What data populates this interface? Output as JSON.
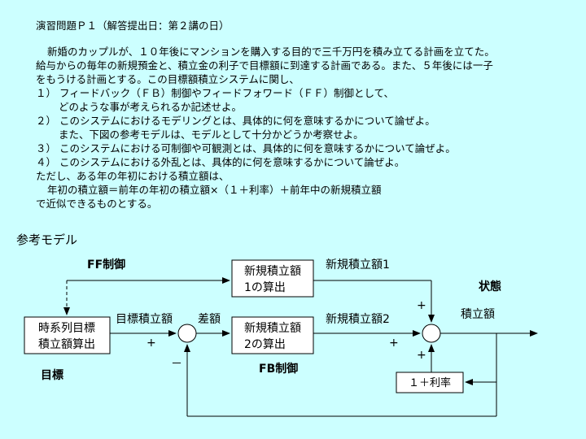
{
  "problem": {
    "title": "演習問題Ｐ１（解答提出日：第２講の日）",
    "lines": [
      "新婚のカップルが、１０年後にマンションを購入する目的で三千万円を積み立てる計画を立てた。",
      "給与からの毎年の新規預金と、積立金の利子で目標額に到達する計画である。また、５年後には一子",
      "をもうける計画とする。この目標額積立システムに関し、",
      "１） フィードバック（ＦＢ）制御やフィードフォワード（ＦＦ）制御として、",
      "どのような事が考えられるか記述せよ。",
      "２） このシステムにおけるモデリングとは、具体的に何を意味するかについて論ぜよ。",
      "また、下図の参考モデルは、モデルとして十分かどうか考察せよ。",
      "３） このシステムにおける可制御や可観測とは、具体的に何を意味するかについて論ぜよ。",
      "４） このシステムにおける外乱とは、具体的に何を意味するかについて論ぜよ。",
      "ただし、ある年の年初における積立額は、",
      "年初の積立額＝前年の年初の積立額×（１＋利率）＋前年中の新規積立額",
      "で近似できるものとする。"
    ]
  },
  "model": {
    "heading": "参考モデル",
    "ff_label": "FF制御",
    "fb_label": "FB制御",
    "target_label": "目標",
    "state_label": "状態",
    "block_target_1": "時系列目標",
    "block_target_2": "積立額算出",
    "block_new1_1": "新規積立額",
    "block_new1_2": "1の算出",
    "block_new2_1": "新規積立額",
    "block_new2_2": "2の算出",
    "block_rate": "１＋利率",
    "sig_target": "目標積立額",
    "sig_diff": "差額",
    "sig_new1": "新規積立額1",
    "sig_new2": "新規積立額2",
    "sig_total": "積立額",
    "plus": "+",
    "minus": "－"
  }
}
